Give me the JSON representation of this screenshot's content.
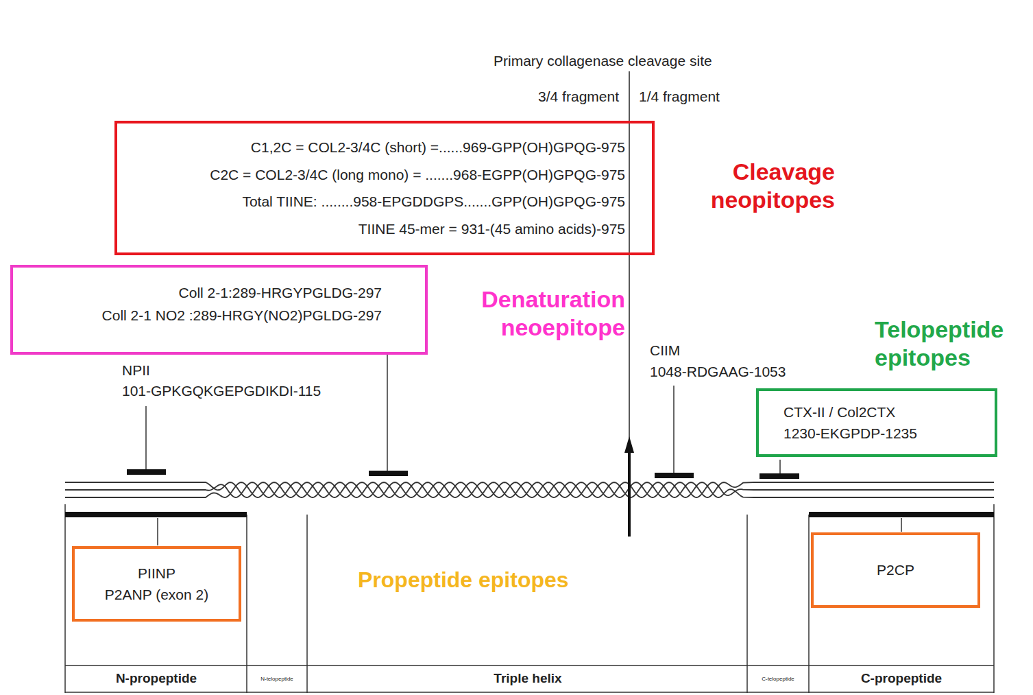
{
  "diagram": {
    "nodes": [
      {
        "text": [
          "C1,2C = COL2-3/4C (short) =......969-GPP(OH)GPQG-975",
          "C2C = COL2-3/4C (long mono) = .......968-EGPP(OH)GPQG-975",
          "Total TIINE: ........958-EPGDDGPS.......GPP(OH)GPQG-975",
          "TIINE 45-mer = 931-(45 amino acids)-975",
          "Cleavage neopitopes"
        ]
      },
      {
        "text": [
          "Coll 2-1:289-HRGYPGLDG-297",
          "Coll 2-1 NO2 :289-HRGY(NO2)PGLDG-297",
          "Denaturation neoepitope"
        ]
      },
      {
        "text": [
          "CTX-II / Col2CTX",
          "1230-EKGPDP-1235",
          "Telopeptide epitopes"
        ]
      },
      {
        "text": [
          "PIINP",
          "P2ANP (exon 2)"
        ]
      },
      {
        "text": [
          "P2CP"
        ]
      }
    ],
    "labels": [
      "Primary collagenase cleavage site",
      "3/4 fragment",
      "1/4 fragment",
      "NPII",
      "101-GPKGQKGEPGDIKDI-115",
      "CIIM",
      "1048-RDGAAG-1053",
      "Propeptide epitopes",
      "N-propeptide",
      "N-telopeptide",
      "Triple helix",
      "C-telopeptide",
      "C-propeptide"
    ]
  }
}
